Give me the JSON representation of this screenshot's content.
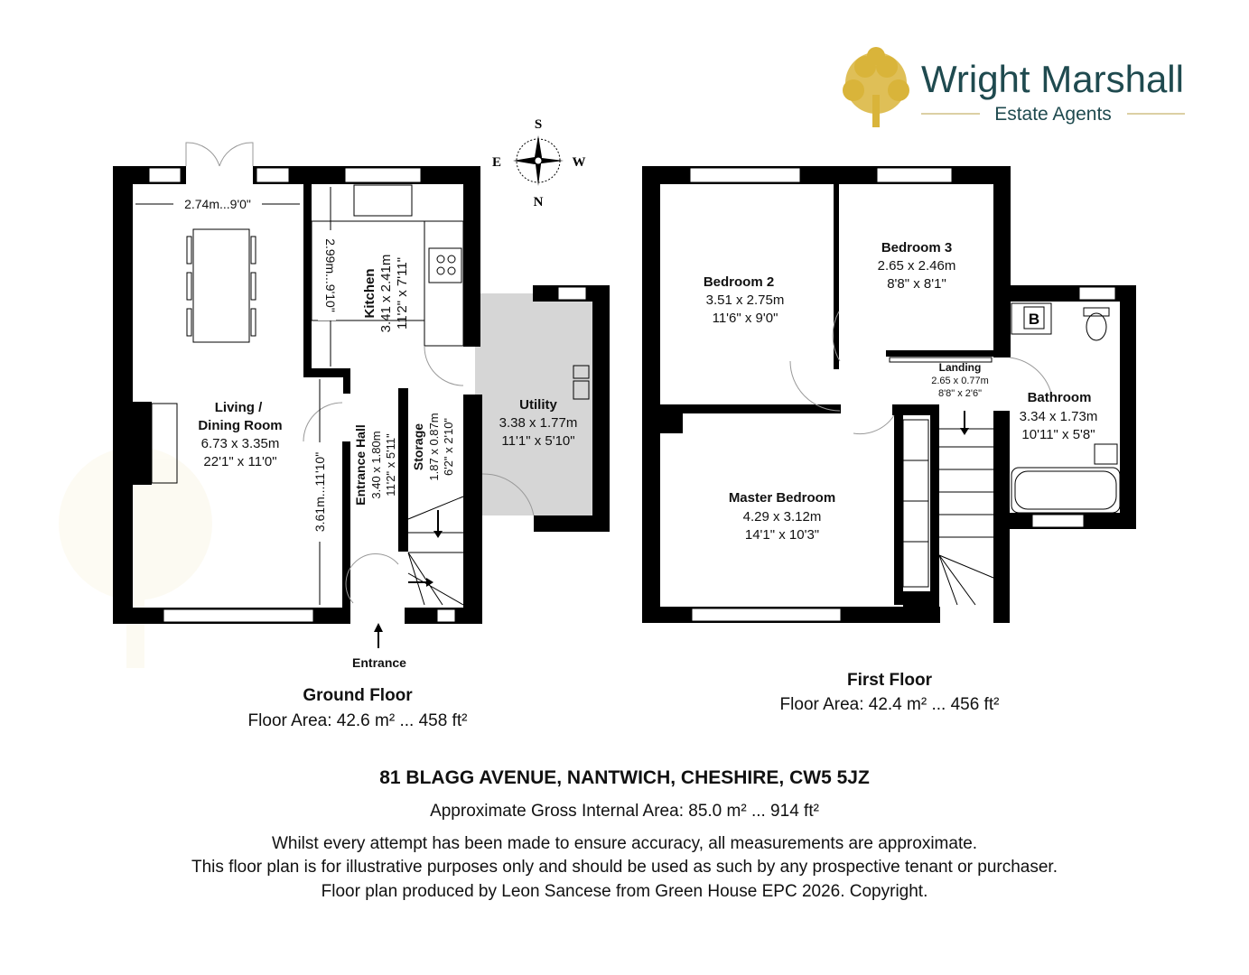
{
  "brand": {
    "name": "Wright Marshall",
    "tagline": "Estate Agents",
    "name_color": "#1f4a4f",
    "tree_color": "#d9b43a"
  },
  "compass": {
    "n": "N",
    "s": "S",
    "e": "E",
    "w": "W"
  },
  "ground_floor": {
    "title": "Ground Floor",
    "area": "Floor Area: 42.6 m² ... 458 ft²",
    "entrance": "Entrance",
    "rooms": {
      "living": {
        "name1": "Living /",
        "name2": "Dining Room",
        "metric": "6.73 x 3.35m",
        "imperial": "22'1\" x 11'0\""
      },
      "kitchen": {
        "name": "Kitchen",
        "metric": "3.41 x 2.41m",
        "imperial": "11'2\" x 7'11\""
      },
      "hall": {
        "name": "Entrance Hall",
        "metric": "3.40 x 1.80m",
        "imperial": "11'2\" x 5'11\""
      },
      "storage": {
        "name": "Storage",
        "metric": "1.87 x 0.87m",
        "imperial": "6'2\" x 2'10\""
      },
      "utility": {
        "name": "Utility",
        "metric": "3.38 x 1.77m",
        "imperial": "11'1\" x 5'10\""
      }
    },
    "dimensions": {
      "living_width": "2.74m...9'0\"",
      "living_depth": "3.61m...11'10\"",
      "kitchen_depth": "2.99m...9'10\""
    }
  },
  "first_floor": {
    "title": "First Floor",
    "area": "Floor Area: 42.4 m² ... 456 ft²",
    "boiler": "B",
    "rooms": {
      "bed2": {
        "name": "Bedroom 2",
        "metric": "3.51 x 2.75m",
        "imperial": "11'6\" x 9'0\""
      },
      "bed3": {
        "name": "Bedroom 3",
        "metric": "2.65 x 2.46m",
        "imperial": "8'8\" x 8'1\""
      },
      "landing": {
        "name": "Landing",
        "metric": "2.65 x 0.77m",
        "imperial": "8'8\" x 2'6\""
      },
      "bathroom": {
        "name": "Bathroom",
        "metric": "3.34 x 1.73m",
        "imperial": "10'11\" x 5'8\""
      },
      "master": {
        "name": "Master Bedroom",
        "metric": "4.29 x 3.12m",
        "imperial": "14'1\" x 10'3\""
      }
    }
  },
  "footer": {
    "address": "81 BLAGG AVENUE, NANTWICH, CHESHIRE, CW5 5JZ",
    "gross_area": "Approximate Gross Internal Area: 85.0 m² ... 914 ft²",
    "disclaimer1": "Whilst every attempt has been made to ensure accuracy, all measurements are approximate.",
    "disclaimer2": "This floor plan is for illustrative purposes only and should be used as such by any prospective tenant or purchaser.",
    "disclaimer3": "Floor plan produced by Leon Sancese from Green House EPC 2026. Copyright."
  }
}
